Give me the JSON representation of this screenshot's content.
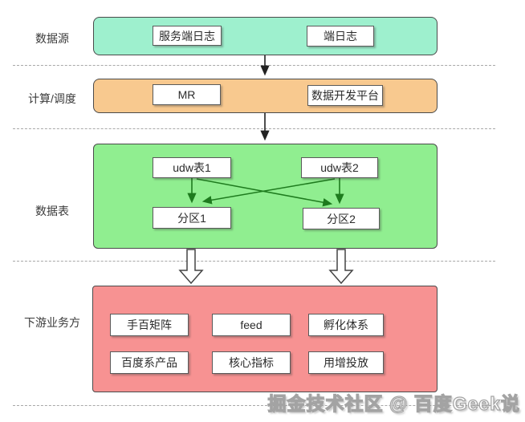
{
  "diagram": {
    "type": "layered-data-pipeline-flowchart",
    "rows": [
      {
        "label": "数据源",
        "band_color": "#9ef0ce",
        "boxes": [
          "服务端日志",
          "端日志"
        ]
      },
      {
        "label": "计算/调度",
        "band_color": "#f8c98f",
        "boxes": [
          "MR",
          "数据开发平台"
        ]
      },
      {
        "label": "数据表",
        "band_color": "#90ee90",
        "boxes": [
          "udw表1",
          "udw表2",
          "分区1",
          "分区2"
        ]
      },
      {
        "label": "下游业务方",
        "band_color": "#f79292",
        "boxes": [
          "手百矩阵",
          "feed",
          "孵化体系",
          "百度系产品",
          "核心指标",
          "用增投放"
        ]
      }
    ],
    "edges": [
      {
        "from": "数据源band",
        "to": "计算/调度band",
        "style": "solid-black-arrow"
      },
      {
        "from": "计算/调度band",
        "to": "数据表band",
        "style": "solid-black-arrow"
      },
      {
        "from": "udw表1",
        "to": "分区1",
        "style": "green-arrow"
      },
      {
        "from": "udw表1",
        "to": "分区2",
        "style": "green-arrow"
      },
      {
        "from": "udw表2",
        "to": "分区1",
        "style": "green-arrow"
      },
      {
        "from": "udw表2",
        "to": "分区2",
        "style": "green-arrow"
      },
      {
        "from": "数据表band",
        "to": "下游业务方band",
        "style": "hollow-block-arrow-left"
      },
      {
        "from": "数据表band",
        "to": "下游业务方band",
        "style": "hollow-block-arrow-right"
      }
    ],
    "colors": {
      "band_border": "#4a4a4a",
      "node_border": "#5a5a5a",
      "black_arrow": "#222222",
      "green_arrow": "#1e7b1e",
      "dashed_divider": "#a8a8a8",
      "watermark_gray": "#a3a3a3"
    }
  },
  "watermark": "掘金技术社区 @ 百度Geek说"
}
